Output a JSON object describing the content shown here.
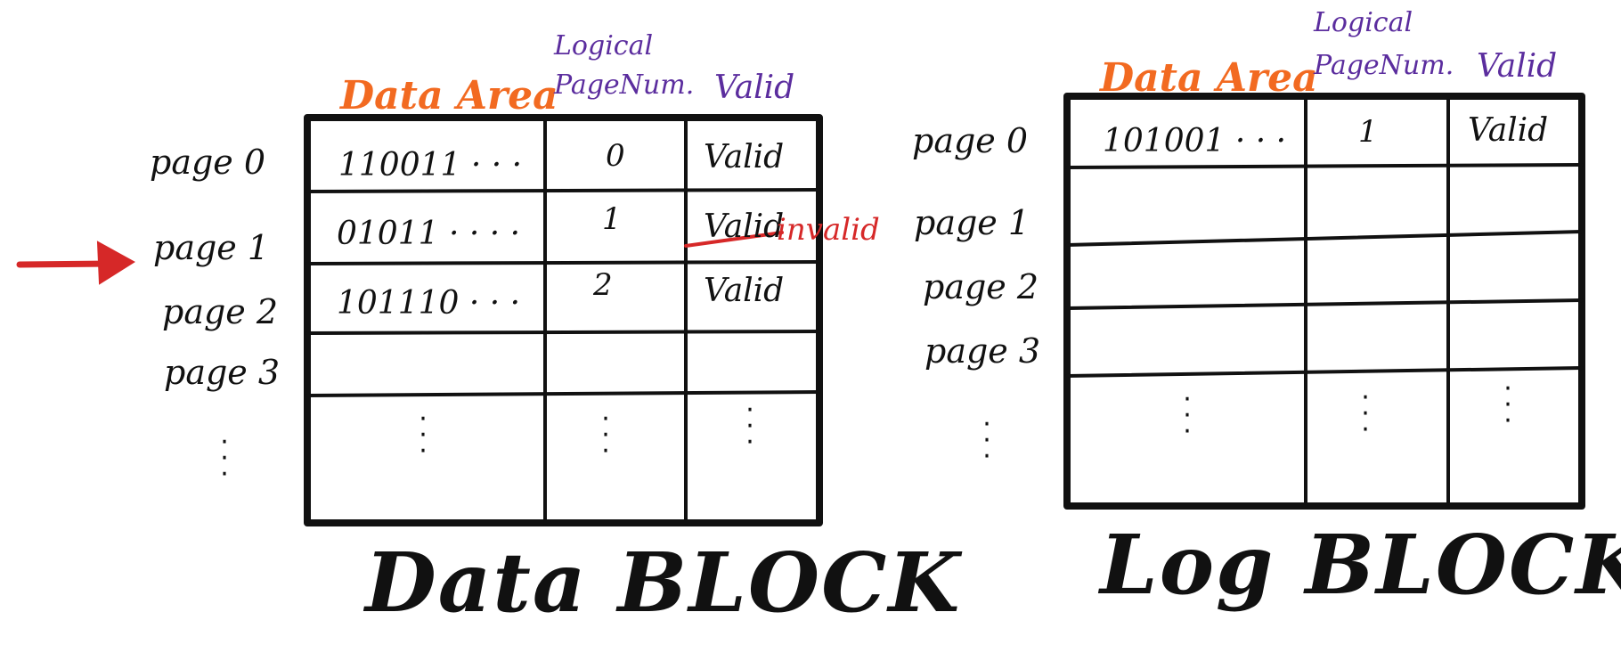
{
  "left_block": {
    "title": "Data BLOCK",
    "headers": {
      "data_area": "Data Area",
      "logical_line1": "Logical",
      "logical_line2": "PageNum.",
      "valid": "Valid"
    },
    "page_labels": [
      "page 0",
      "page 1",
      "page 2",
      "page 3"
    ],
    "rows": [
      {
        "data": "110011 · · ·",
        "num": "0",
        "valid": "Valid"
      },
      {
        "data": "01011 · · · ·",
        "num": "1",
        "valid": "Valid"
      },
      {
        "data": "101110 · · ·",
        "num": "2",
        "valid": "Valid"
      }
    ],
    "invalid_note": "invalid"
  },
  "right_block": {
    "title": "Log BLOCK",
    "headers": {
      "data_area": "Data Area",
      "logical_line1": "Logical",
      "logical_line2": "PageNum.",
      "valid": "Valid"
    },
    "page_labels": [
      "page 0",
      "page 1",
      "page 2",
      "page 3"
    ],
    "rows": [
      {
        "data": "101001 · · ·",
        "num": "1",
        "valid": "Valid"
      }
    ]
  },
  "colors": {
    "header_orange": "#f26a21",
    "header_purple": "#5b2d9e",
    "arrow_red": "#d62828",
    "ink": "#111111"
  }
}
